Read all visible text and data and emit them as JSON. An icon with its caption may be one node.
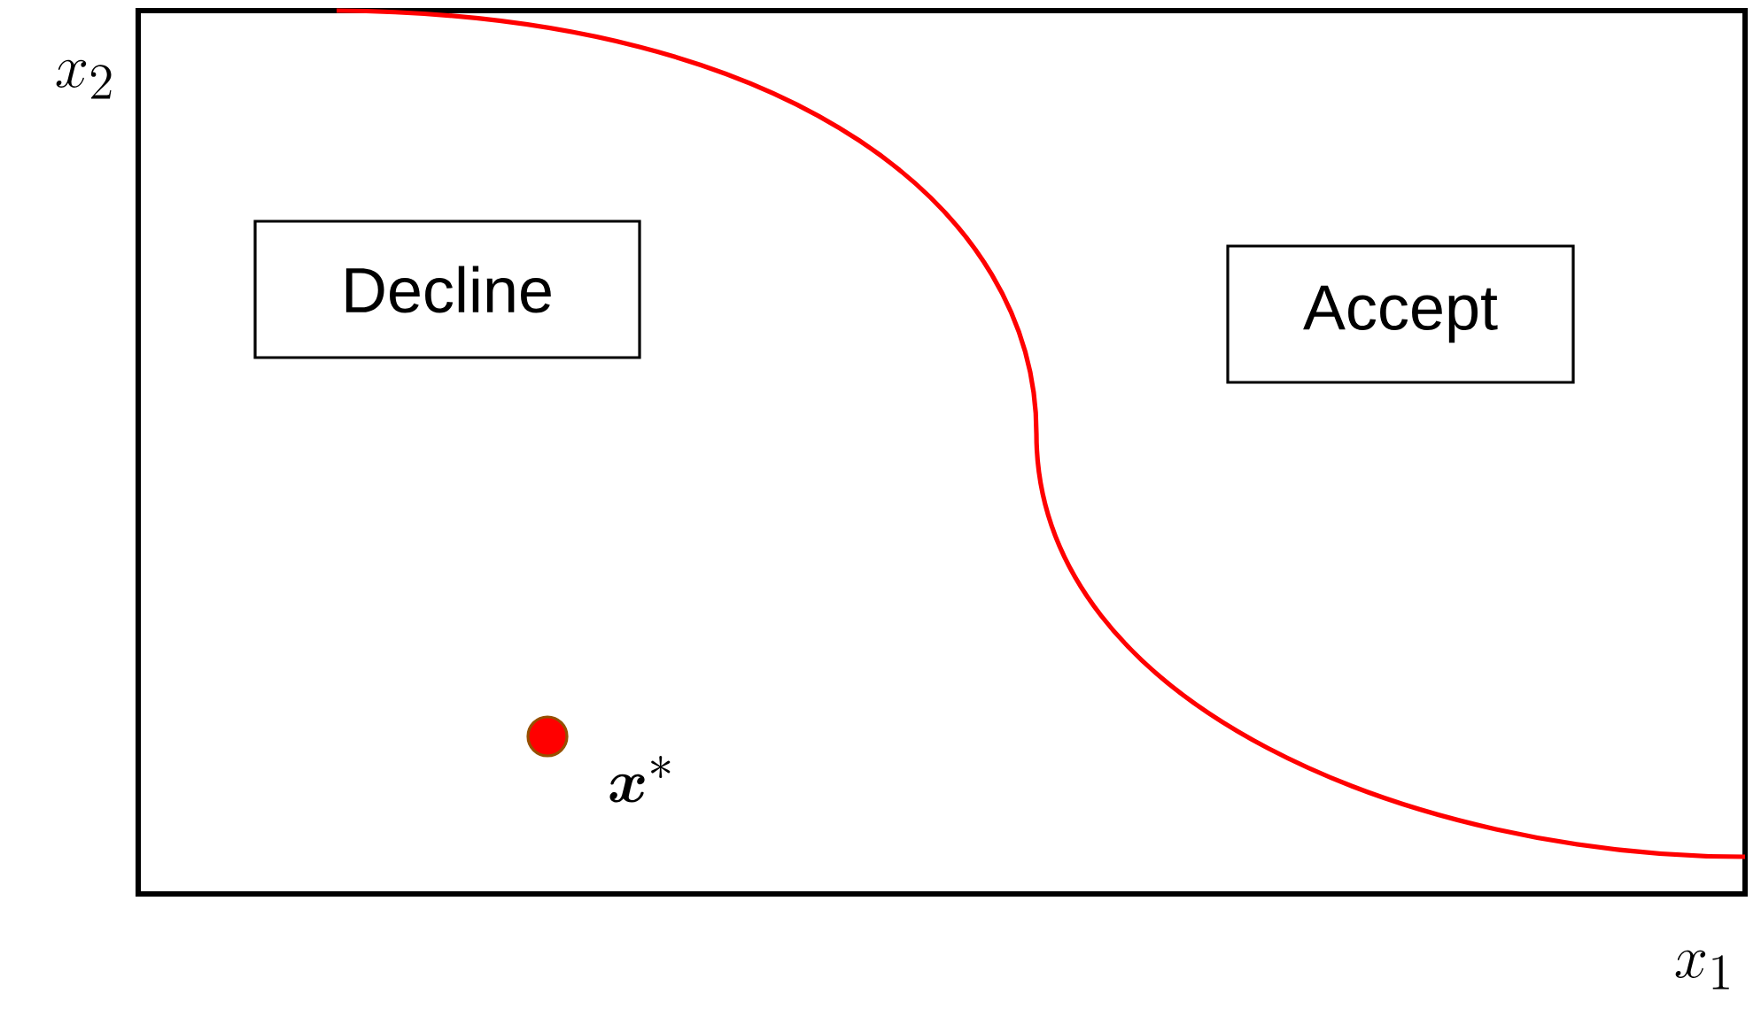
{
  "diagram": {
    "nodes": [
      {
        "text": [
          "Decline"
        ]
      },
      {
        "text": [
          "Accept"
        ]
      }
    ],
    "labels": [
      "x_2",
      "\\boldsymbol{x}^*",
      "x_1"
    ]
  }
}
